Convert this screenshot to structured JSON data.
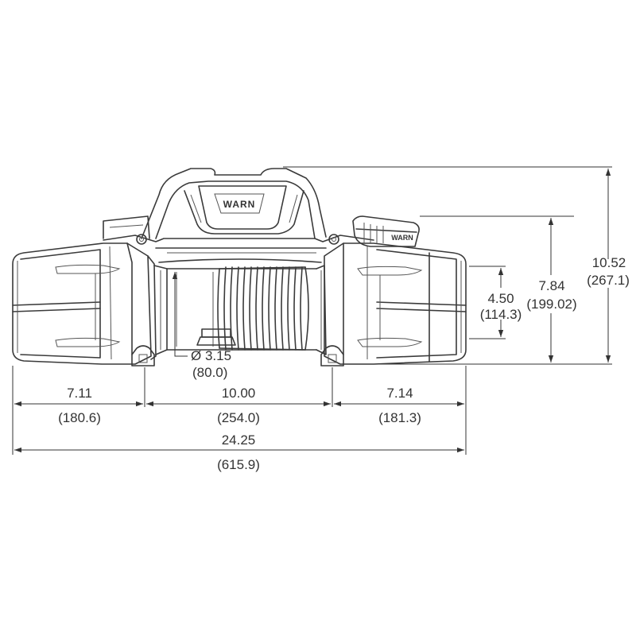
{
  "brand": {
    "housing_logo": "WARN",
    "remote_logo": "WARN"
  },
  "dimensions": {
    "left_drum_end": {
      "inch": "7.11",
      "mm": "(180.6)"
    },
    "drum_length": {
      "inch": "10.00",
      "mm": "(254.0)"
    },
    "right_drum_end": {
      "inch": "7.14",
      "mm": "(181.3)"
    },
    "overall_length": {
      "inch": "24.25",
      "mm": "(615.9)"
    },
    "drum_diameter": {
      "inch": "Ø 3.15",
      "mm": "(80.0)"
    },
    "drum_housing_height": {
      "inch": "4.50",
      "mm": "(114.3)"
    },
    "remote_height": {
      "inch": "7.84",
      "mm": "(199.02)"
    },
    "overall_height": {
      "inch": "10.52",
      "mm": "(267.1)"
    }
  },
  "colors": {
    "line": "#3a3a3a",
    "background": "#ffffff"
  }
}
